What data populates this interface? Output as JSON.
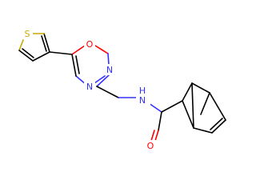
{
  "molecule": {
    "atoms": {
      "sulfur": {
        "label": "S",
        "color": "#c8a800"
      },
      "ring_oxygen": {
        "label": "O",
        "color": "#ff0000"
      },
      "ring_nitrogen_upper": {
        "label": "N",
        "color": "#3333ff"
      },
      "ring_nitrogen_lower": {
        "label": "N",
        "color": "#3333ff"
      },
      "amide_nitrogen": {
        "label": "N",
        "color": "#3333ff",
        "h_label": "H"
      },
      "carbonyl_oxygen": {
        "label": "O",
        "color": "#ff0000"
      }
    }
  }
}
